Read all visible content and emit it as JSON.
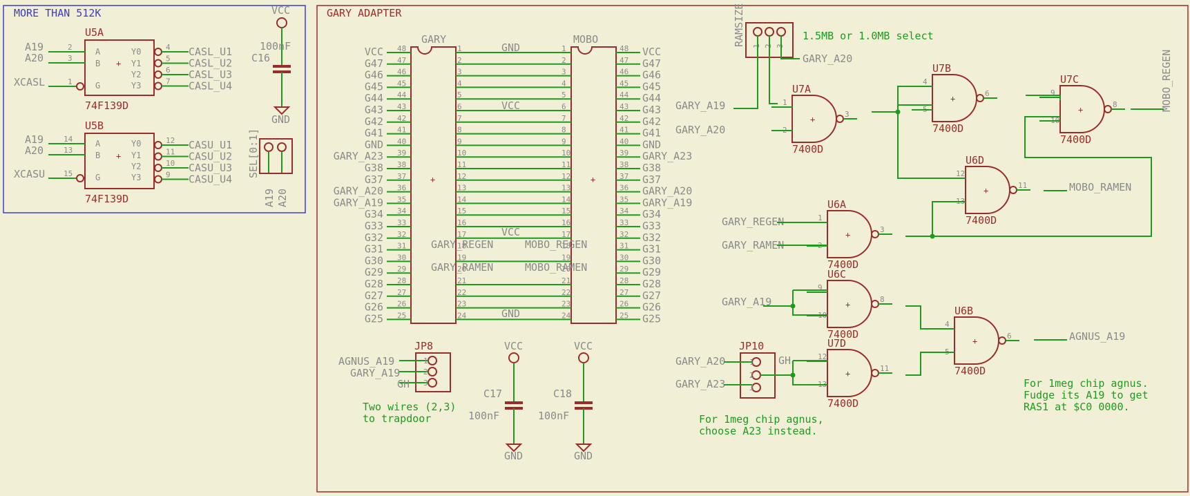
{
  "frames": {
    "left_title": "MORE THAN 512K",
    "right_title": "GARY ADAPTER"
  },
  "decoders": [
    {
      "name": "U5A",
      "value": "74F139D",
      "in_pins": [
        [
          "A19",
          "2",
          "A"
        ],
        [
          "A20",
          "3",
          "B"
        ]
      ],
      "g": [
        "XCASL",
        "1",
        "G"
      ],
      "outs": [
        [
          "Y0",
          "4",
          "CASL_U1"
        ],
        [
          "Y1",
          "5",
          "CASL_U2"
        ],
        [
          "Y2",
          "6",
          "CASL_U3"
        ],
        [
          "Y3",
          "7",
          "CASL_U4"
        ]
      ]
    },
    {
      "name": "U5B",
      "value": "74F139D",
      "in_pins": [
        [
          "A19",
          "14",
          "A"
        ],
        [
          "A20",
          "13",
          "B"
        ]
      ],
      "g": [
        "XCASU",
        "15",
        "G"
      ],
      "outs": [
        [
          "Y0",
          "12",
          "CASU_U1"
        ],
        [
          "Y1",
          "11",
          "CASU_U2"
        ],
        [
          "Y2",
          "10",
          "CASU_U3"
        ],
        [
          "Y3",
          "9",
          "CASU_U4"
        ]
      ]
    }
  ],
  "power": {
    "vcc": "VCC",
    "gnd": "GND"
  },
  "c16": {
    "name": "C16",
    "value": "100nF"
  },
  "c17": {
    "name": "C17",
    "value": "100nF"
  },
  "c18": {
    "name": "C18",
    "value": "100nF"
  },
  "sel": {
    "name": "SEL[0:1]",
    "pins": [
      "A19",
      "A20"
    ]
  },
  "gary": {
    "left_name": "GARY",
    "right_name": "MOBO",
    "left_nets": [
      "VCC",
      "G47",
      "G46",
      "G45",
      "G44",
      "G43",
      "G42",
      "G41",
      "GND",
      "GARY_A23",
      "G38",
      "G37",
      "GARY_A20",
      "GARY_A19",
      "G34",
      "G33",
      "G32",
      "G31",
      "G30",
      "G29",
      "G28",
      "G27",
      "G26",
      "G25"
    ],
    "right_nets": [
      "VCC",
      "G47",
      "G46",
      "G45",
      "G44",
      "G43",
      "G42",
      "G41",
      "GND",
      "GARY_A23",
      "G38",
      "G37",
      "GARY_A20",
      "GARY_A19",
      "G34",
      "G33",
      "G32",
      "G31",
      "G30",
      "G29",
      "G28",
      "G27",
      "G26",
      "G25"
    ],
    "mid_labels": {
      "gnd_top": "GND",
      "vcc_6": "VCC",
      "vcc_17": "VCC",
      "gnd_bot": "GND",
      "gary_regen": "GARY_REGEN",
      "gary_ramen": "GARY_RAMEN",
      "mobo_regen": "MOBO_REGEN",
      "mobo_ramen": "MOBO_RAMEN"
    }
  },
  "jp8": {
    "name": "JP8",
    "nets": [
      "AGNUS_A19",
      "GARY_A19",
      "GH"
    ],
    "pins": [
      "1",
      "2",
      "3"
    ]
  },
  "jp10": {
    "name": "JP10",
    "nets": [
      "GARY_A20",
      "GARY_A23"
    ],
    "pins": [
      "1",
      "2",
      "3"
    ],
    "gh": "GH"
  },
  "ramsize": {
    "name": "RAMSIZE",
    "pins": [
      "1",
      "2",
      "3"
    ],
    "net": "GARY_A20"
  },
  "gates": {
    "u7a": {
      "name": "U7A",
      "value": "7400D",
      "in1": "1",
      "in2": "2",
      "out": "3"
    },
    "u7b": {
      "name": "U7B",
      "value": "7400D",
      "in1": "4",
      "in2": "5",
      "out": "6"
    },
    "u7c": {
      "name": "U7C",
      "value": "7400D",
      "in1": "9",
      "in2": "10",
      "out": "8"
    },
    "u6d": {
      "name": "U6D",
      "value": "7400D",
      "in1": "12",
      "in2": "13",
      "out": "11"
    },
    "u6a": {
      "name": "U6A",
      "value": "7400D",
      "in1": "1",
      "in2": "2",
      "out": "3"
    },
    "u6c": {
      "name": "U6C",
      "value": "7400D",
      "in1": "9",
      "in2": "10",
      "out": "8"
    },
    "u7d": {
      "name": "U7D",
      "value": "7400D",
      "in1": "12",
      "in2": "13",
      "out": "11"
    },
    "u6b": {
      "name": "U6B",
      "value": "7400D",
      "in1": "4",
      "in2": "5",
      "out": "6"
    }
  },
  "logic_nets": {
    "gary_a19": "GARY_A19",
    "gary_a20": "GARY_A20",
    "gary_regen": "GARY_REGEN",
    "gary_ramen": "GARY_RAMEN",
    "mobo_regen": "MOBO_REGEN",
    "mobo_ramen": "MOBO_RAMEN",
    "agnus_a19": "AGNUS_A19"
  },
  "notes": {
    "ramsize": "1.5MB or 1.0MB select",
    "jp8_1": "Two wires (2,3)",
    "jp8_2": "to trapdoor",
    "jp10_1": "For 1meg chip agnus,",
    "jp10_2": "choose A23 instead.",
    "agnus_1": "For 1meg chip agnus.",
    "agnus_2": "Fudge its A19 to get",
    "agnus_3": "RAS1 at $C0 0000."
  },
  "colors": {
    "background": "#f1f0d6",
    "wire": "#1e9a1e",
    "body": "#9b2c2c",
    "text": "#8a8a8a",
    "frame_blue": "#3c3ccc"
  }
}
